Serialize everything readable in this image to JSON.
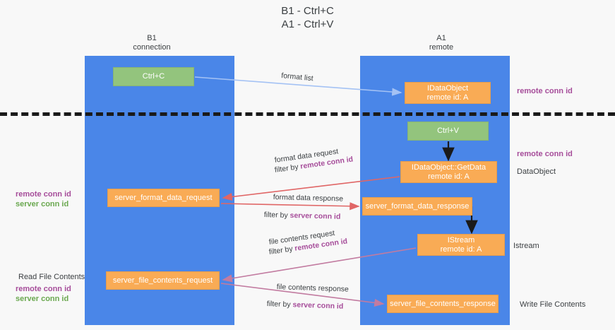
{
  "title": "B1 - Ctrl+C\nA1 - Ctrl+V",
  "lanes": [
    {
      "name": "b1",
      "header": "B1\nconnection",
      "color": "#4a86e8"
    },
    {
      "name": "a1",
      "header": "A1\nremote",
      "color": "#4a86e8"
    }
  ],
  "colors": {
    "lane": "#4a86e8",
    "green_node": "#93c47d",
    "orange_node": "#f9ab55",
    "purple_text": "#a64d9a",
    "green_text": "#6aa84f",
    "divider": "#1a1a1a",
    "arrow_format_list": "#a4c2f4",
    "arrow_format_data": "#e06666",
    "arrow_file_contents": "#c27ba0",
    "arrow_black": "#1a1a1a"
  },
  "nodes": {
    "ctrl_c": "Ctrl+C",
    "idataobject": "IDataObject\nremote id: A",
    "ctrl_v": "Ctrl+V",
    "getdata": "IDataObject::GetData\nremote id: A",
    "server_format_data_request": "server_format_data_request",
    "server_format_data_response": "server_format_data_response",
    "istream": "IStream\nremote id: A",
    "server_file_contents_request": "server_file_contents_request",
    "server_file_contents_response": "server_file_contents_response"
  },
  "edge_labels": {
    "format_list": "format list",
    "format_data_request": "format data request",
    "format_data_request_filter_prefix": "filter by ",
    "format_data_request_filter_key": "remote conn id",
    "format_data_response": "format data response",
    "format_data_response_filter_prefix": "filter by ",
    "format_data_response_filter_key": "server conn id",
    "file_contents_request": "file contents request",
    "file_contents_request_filter_prefix": "filter by ",
    "file_contents_request_filter_key": "remote conn id",
    "file_contents_response": "file contents response",
    "file_contents_response_filter_prefix": "filter by ",
    "file_contents_response_filter_key": "server conn id"
  },
  "annotations": {
    "right_remote_conn_id_top": "remote conn id",
    "right_remote_conn_id_mid": "remote conn id",
    "right_dataobject": "DataObject",
    "right_istream": "Istream",
    "right_write_file_contents": "Write File Contents",
    "left_remote_conn_id": "remote conn id",
    "left_server_conn_id": "server conn id",
    "left_read_file_contents": "Read File Contents",
    "left_remote_conn_id_2": "remote conn id",
    "left_server_conn_id_2": "server conn id"
  }
}
